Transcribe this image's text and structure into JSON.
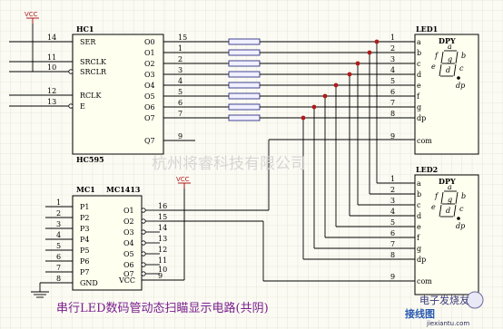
{
  "vcc_labels": [
    "VCC",
    "VCC"
  ],
  "hc1": {
    "name": "HC1",
    "part": "HC595",
    "left_pins": [
      {
        "num": "14",
        "name": "SER"
      },
      {
        "num": "11",
        "name": "SRCLK"
      },
      {
        "num": "10",
        "name": "SRCLR"
      },
      {
        "num": "12",
        "name": "RCLK"
      },
      {
        "num": "13",
        "name": "E"
      }
    ],
    "right_pins": [
      {
        "num": "15",
        "name": "O0"
      },
      {
        "num": "1",
        "name": "O1"
      },
      {
        "num": "2",
        "name": "O2"
      },
      {
        "num": "3",
        "name": "O3"
      },
      {
        "num": "4",
        "name": "O4"
      },
      {
        "num": "5",
        "name": "O5"
      },
      {
        "num": "6",
        "name": "O6"
      },
      {
        "num": "7",
        "name": "O7"
      },
      {
        "num": "9",
        "name": "Q7"
      }
    ]
  },
  "mc1": {
    "name": "MC1",
    "part": "MC1413",
    "left_pins": [
      {
        "num": "1",
        "name": "P1"
      },
      {
        "num": "2",
        "name": "P2"
      },
      {
        "num": "3",
        "name": "P3"
      },
      {
        "num": "4",
        "name": "P4"
      },
      {
        "num": "5",
        "name": "P5"
      },
      {
        "num": "6",
        "name": "P6"
      },
      {
        "num": "7",
        "name": "P7"
      },
      {
        "num": "8",
        "name": "GND"
      }
    ],
    "right_pins": [
      {
        "num": "16",
        "name": "O1"
      },
      {
        "num": "15",
        "name": "O2"
      },
      {
        "num": "14",
        "name": "O3"
      },
      {
        "num": "13",
        "name": "O4"
      },
      {
        "num": "12",
        "name": "O5"
      },
      {
        "num": "11",
        "name": "O6"
      },
      {
        "num": "10",
        "name": "O7"
      },
      {
        "num": "9",
        "name": "VCC"
      }
    ]
  },
  "led1": {
    "name": "LED1",
    "type": "DPY",
    "pins": [
      {
        "num": "1",
        "seg": "a"
      },
      {
        "num": "2",
        "seg": "b"
      },
      {
        "num": "3",
        "seg": "c"
      },
      {
        "num": "4",
        "seg": "d"
      },
      {
        "num": "5",
        "seg": "e"
      },
      {
        "num": "6",
        "seg": "f"
      },
      {
        "num": "7",
        "seg": "g"
      },
      {
        "num": "8",
        "seg": "dp"
      },
      {
        "num": "9",
        "seg": "com"
      }
    ],
    "digit_labels": {
      "a": "a",
      "b": "b",
      "c": "c",
      "d": "d",
      "e": "e",
      "f": "f",
      "g": "g",
      "dp": "dp"
    }
  },
  "led2": {
    "name": "LED2",
    "type": "DPY",
    "pins": [
      {
        "num": "1",
        "seg": "a"
      },
      {
        "num": "2",
        "seg": "b"
      },
      {
        "num": "3",
        "seg": "c"
      },
      {
        "num": "4",
        "seg": "d"
      },
      {
        "num": "5",
        "seg": "e"
      },
      {
        "num": "6",
        "seg": "f"
      },
      {
        "num": "7",
        "seg": "g"
      },
      {
        "num": "8",
        "seg": "dp"
      },
      {
        "num": "9",
        "seg": "com"
      }
    ],
    "digit_labels": {
      "a": "a",
      "b": "b",
      "c": "c",
      "d": "d",
      "e": "e",
      "f": "f",
      "g": "g",
      "dp": "dp"
    }
  },
  "watermark": "杭州将睿科技有限公司",
  "caption": "串行LED数码管动态扫瞄显示电路(共阴)",
  "logo": {
    "line1": "电子发烧友",
    "line2": "接线图",
    "url": "jiexiantu.com"
  }
}
